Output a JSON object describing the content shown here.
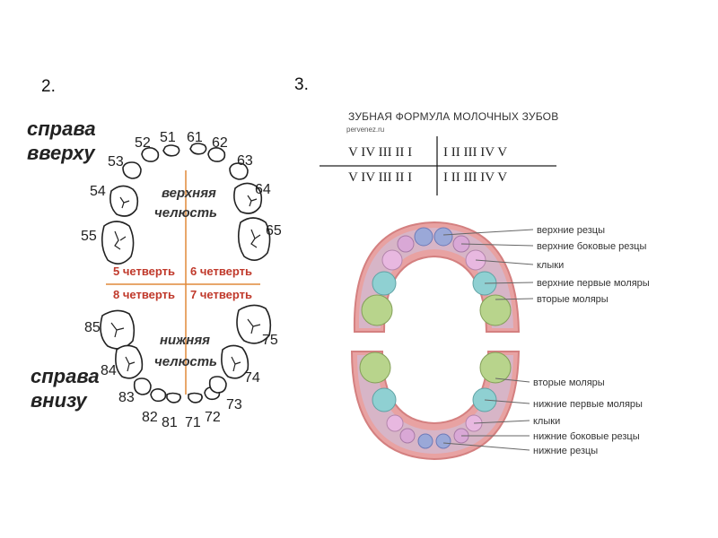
{
  "slide_numbers": {
    "left": "2.",
    "right": "3."
  },
  "left_diagram": {
    "upper_right_label_lines": [
      "справа",
      "вверху"
    ],
    "lower_right_label_lines": [
      "справа",
      "внизу"
    ],
    "upper_jaw_lines": [
      "верхняя",
      "челюсть"
    ],
    "lower_jaw_lines": [
      "нижняя",
      "челюсть"
    ],
    "quarters": [
      "5 четверть",
      "6 четверть",
      "8 четверть",
      "7 четверть"
    ],
    "upper_teeth": [
      "55",
      "54",
      "53",
      "52",
      "51",
      "61",
      "62",
      "63",
      "64",
      "65"
    ],
    "lower_teeth": [
      "85",
      "84",
      "83",
      "82",
      "81",
      "71",
      "72",
      "73",
      "74",
      "75"
    ]
  },
  "formula": {
    "title": "ЗУБНАЯ ФОРМУЛА МОЛОЧНЫХ ЗУБОВ",
    "source": "pervenez.ru",
    "top_left": "V IV III II I",
    "top_right": "I II III IV V",
    "bottom_left": "V IV III II I",
    "bottom_right": "I II III IV V"
  },
  "right_diagram": {
    "upper_labels": [
      "верхние резцы",
      "верхние боковые резцы",
      "клыки",
      "верхние первые моляры",
      "вторые моляры"
    ],
    "lower_labels": [
      "вторые моляры",
      "нижние первые моляры",
      "клыки",
      "нижние боковые резцы",
      "нижние резцы"
    ],
    "colors": {
      "gum": "#e69a9a",
      "incisor": "#9aa8d8",
      "lateral_incisor": "#d9a8d6",
      "canine": "#e8b8e0",
      "first_molar": "#8fd0d2",
      "second_molar": "#b8d48c"
    }
  }
}
